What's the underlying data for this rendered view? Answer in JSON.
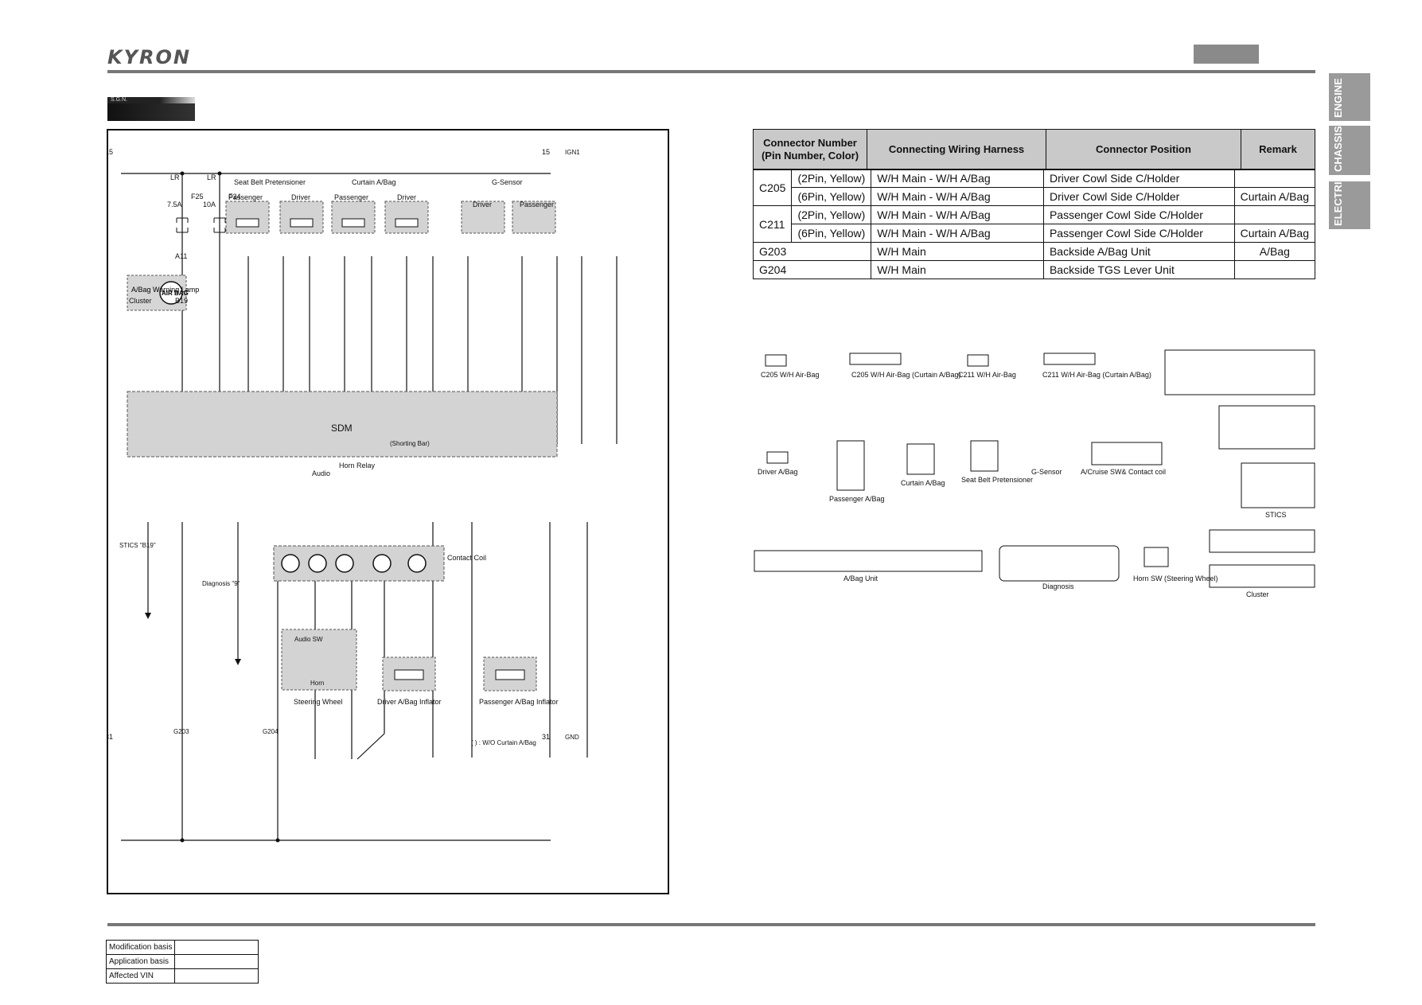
{
  "header": {
    "brand": "KYRON"
  },
  "tabs": [
    "ENGINE",
    "CHASSIS",
    "ELECTRIC"
  ],
  "section_tag": "S.G.N.",
  "connector_table": {
    "headers": [
      "Connector Number\n(Pin Number, Color)",
      "Connecting Wiring Harness",
      "Connector Position",
      "Remark"
    ],
    "rows": [
      {
        "conn": "C205",
        "pin": "(2Pin, Yellow)",
        "harness": "W/H  Main  -  W/H  A/Bag",
        "position": "Driver Cowl Side C/Holder",
        "remark": ""
      },
      {
        "conn": "",
        "pin": "(6Pin, Yellow)",
        "harness": "W/H  Main  -  W/H  A/Bag",
        "position": "Driver Cowl Side C/Holder",
        "remark": "Curtain A/Bag"
      },
      {
        "conn": "C211",
        "pin": "(2Pin, Yellow)",
        "harness": "W/H  Main  -  W/H  A/Bag",
        "position": "Passenger Cowl Side C/Holder",
        "remark": ""
      },
      {
        "conn": "",
        "pin": "(6Pin, Yellow)",
        "harness": "W/H  Main  -  W/H  A/Bag",
        "position": "Passenger Cowl Side C/Holder",
        "remark": "Curtain A/Bag"
      },
      {
        "conn": "G203",
        "pin": "",
        "harness": "W/H Main",
        "position": "Backside  A/Bag Unit",
        "remark": "A/Bag"
      },
      {
        "conn": "G204",
        "pin": "",
        "harness": "W/H Main",
        "position": "Backside TGS Lever Unit",
        "remark": ""
      }
    ]
  },
  "wiring": {
    "power_top": "15",
    "ign": "IGN1",
    "ground": "31",
    "gnd": "GND",
    "fuse1": {
      "name": "F25",
      "rating": "7.5A",
      "wire": "LR"
    },
    "fuse2": {
      "name": "F24",
      "rating": "10A",
      "wire": "LR"
    },
    "warn_lamp": "A/Bag Warning Lamp",
    "airbag_icon": "AIR BAG",
    "cluster": "Cluster",
    "pin_a11": "A11",
    "pin_b19": "B19",
    "groups": {
      "seatbelt": "Seat Belt Pretensioner",
      "curtain": "Curtain A/Bag",
      "gsensor": "G-Sensor"
    },
    "modules": [
      "Passenger",
      "Driver",
      "Passenger",
      "Driver",
      "Driver",
      "Passenger"
    ],
    "sdm": "SDM",
    "shorting_bar": "(Shorting Bar)",
    "audio": "Audio",
    "horn_relay": "Horn Relay",
    "stics": "STICS \"B19\"",
    "diagnosis": "Diagnosis \"9\"",
    "contact_coil": "Contact Coil",
    "steering_wheel": "Steering Wheel",
    "audio_sw": "Audio SW",
    "horn": "Horn",
    "driver_inflator": "Driver A/Bag Inflator",
    "pass_inflator": "Passenger A/Bag Inflator",
    "g203": "G203",
    "g204": "G204",
    "note": "(  ) : W/O Curtain A/Bag"
  },
  "connector_views": [
    "C205 W/H Air-Bag",
    "C205 W/H Air-Bag (Curtain A/Bag)",
    "C211 W/H Air-Bag",
    "C211 W/H Air-Bag (Curtain A/Bag)",
    "Driver A/Bag",
    "Passenger A/Bag",
    "Curtain A/Bag",
    "Seat Belt Pretensioner",
    "G-Sensor",
    "A/Cruise SW& Contact coil",
    "STICS",
    "A/Bag Unit",
    "Diagnosis",
    "Horn SW (Steering Wheel)",
    "Cluster"
  ],
  "modification_table": [
    "Modification basis",
    "Application basis",
    "Affected VIN"
  ]
}
